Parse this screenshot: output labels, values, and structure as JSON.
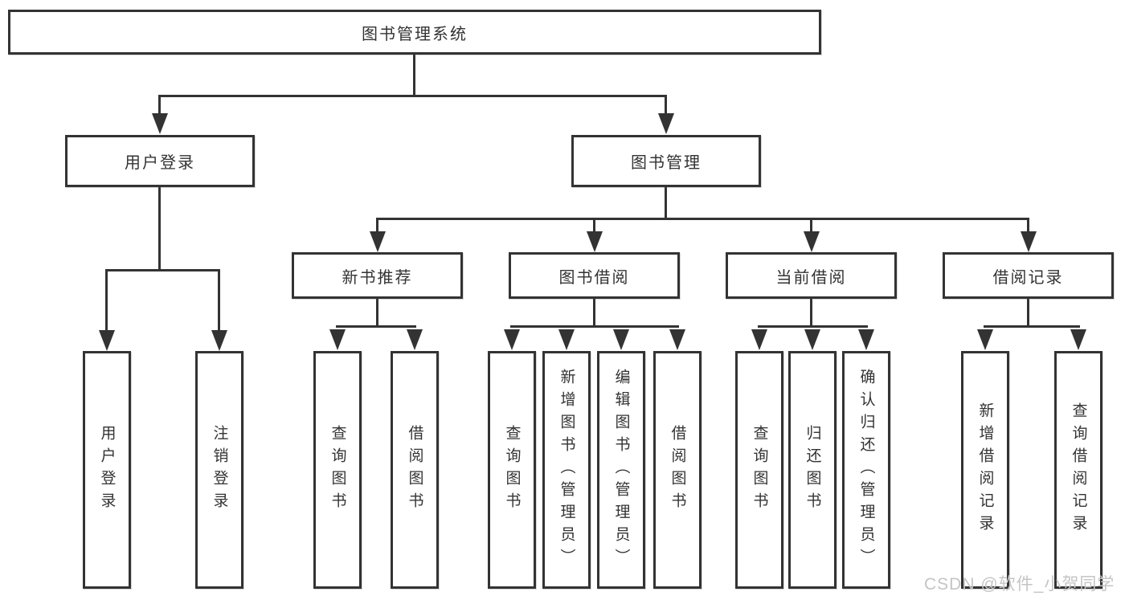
{
  "tree": {
    "root": {
      "label": "图书管理系统"
    },
    "children": [
      {
        "label": "用户登录",
        "children": [
          {
            "label": "用户登录"
          },
          {
            "label": "注销登录"
          }
        ]
      },
      {
        "label": "图书管理",
        "children": [
          {
            "label": "新书推荐",
            "children": [
              {
                "label": "查询图书"
              },
              {
                "label": "借阅图书"
              }
            ]
          },
          {
            "label": "图书借阅",
            "children": [
              {
                "label": "查询图书"
              },
              {
                "label": "新增图书（管理员）"
              },
              {
                "label": "编辑图书（管理员）"
              },
              {
                "label": "借阅图书"
              }
            ]
          },
          {
            "label": "当前借阅",
            "children": [
              {
                "label": "查询图书"
              },
              {
                "label": "归还图书"
              },
              {
                "label": "确认归还（管理员）"
              }
            ]
          },
          {
            "label": "借阅记录",
            "children": [
              {
                "label": "新增借阅记录"
              },
              {
                "label": "查询借阅记录"
              }
            ]
          }
        ]
      }
    ]
  },
  "watermark": {
    "text": "CSDN @软件_小贺同学"
  },
  "colors": {
    "line": "#333333",
    "box_border": "#333333",
    "text": "#333333",
    "background": "#ffffff",
    "watermark": "#c5c5c5"
  }
}
